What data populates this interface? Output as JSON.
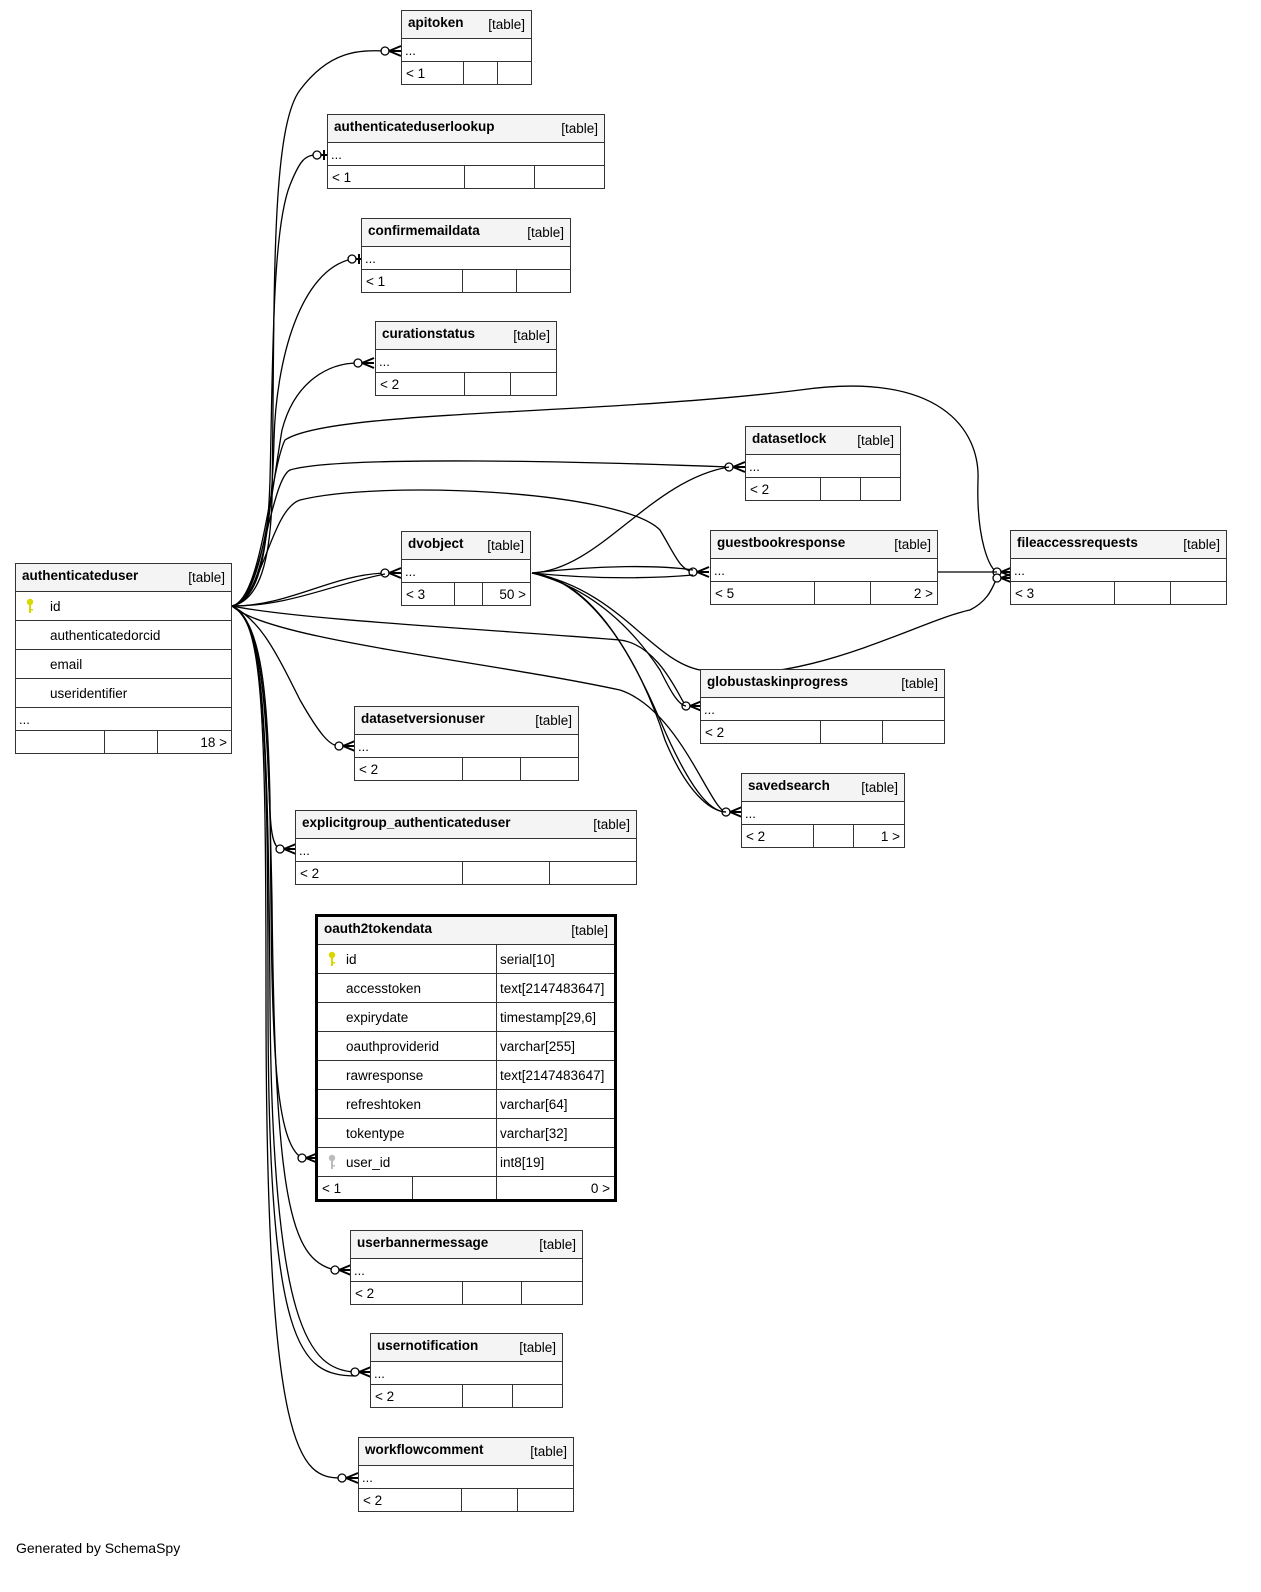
{
  "footer_text": "Generated by SchemaSpy",
  "kind_label": "[table]",
  "ellipsis": "...",
  "tables": {
    "authenticateduser": {
      "name": "authenticateduser",
      "columns": [
        {
          "name": "id",
          "key": "primary"
        },
        {
          "name": "authenticatedorcid"
        },
        {
          "name": "email"
        },
        {
          "name": "useridentifier"
        }
      ],
      "parents": "",
      "children": "18 >"
    },
    "apitoken": {
      "name": "apitoken",
      "parents": "< 1",
      "children": ""
    },
    "authenticateduserlookup": {
      "name": "authenticateduserlookup",
      "parents": "< 1",
      "children": ""
    },
    "confirmemaildata": {
      "name": "confirmemaildata",
      "parents": "< 1",
      "children": ""
    },
    "curationstatus": {
      "name": "curationstatus",
      "parents": "< 2",
      "children": ""
    },
    "datasetlock": {
      "name": "datasetlock",
      "parents": "< 2",
      "children": ""
    },
    "dvobject": {
      "name": "dvobject",
      "parents": "< 3",
      "children": "50 >"
    },
    "guestbookresponse": {
      "name": "guestbookresponse",
      "parents": "< 5",
      "children": "2 >"
    },
    "fileaccessrequests": {
      "name": "fileaccessrequests",
      "parents": "< 3",
      "children": ""
    },
    "globustaskinprogress": {
      "name": "globustaskinprogress",
      "parents": "< 2",
      "children": ""
    },
    "datasetversionuser": {
      "name": "datasetversionuser",
      "parents": "< 2",
      "children": ""
    },
    "savedsearch": {
      "name": "savedsearch",
      "parents": "< 2",
      "children": "1 >"
    },
    "explicitgroup_authenticateduser": {
      "name": "explicitgroup_authenticateduser",
      "parents": "< 2",
      "children": ""
    },
    "oauth2tokendata": {
      "name": "oauth2tokendata",
      "columns": [
        {
          "name": "id",
          "type": "serial[10]",
          "key": "primary"
        },
        {
          "name": "accesstoken",
          "type": "text[2147483647]"
        },
        {
          "name": "expirydate",
          "type": "timestamp[29,6]"
        },
        {
          "name": "oauthproviderid",
          "type": "varchar[255]"
        },
        {
          "name": "rawresponse",
          "type": "text[2147483647]"
        },
        {
          "name": "refreshtoken",
          "type": "varchar[64]"
        },
        {
          "name": "tokentype",
          "type": "varchar[32]"
        },
        {
          "name": "user_id",
          "type": "int8[19]",
          "key": "foreign"
        }
      ],
      "parents": "< 1",
      "children": "0 >"
    },
    "userbannermessage": {
      "name": "userbannermessage",
      "parents": "< 2",
      "children": ""
    },
    "usernotification": {
      "name": "usernotification",
      "parents": "< 2",
      "children": ""
    },
    "workflowcomment": {
      "name": "workflowcomment",
      "parents": "< 2",
      "children": ""
    }
  },
  "relationships": [
    {
      "from": "authenticateduser",
      "to": "apitoken",
      "cardinality": "zero-or-many"
    },
    {
      "from": "authenticateduser",
      "to": "authenticateduserlookup",
      "cardinality": "zero-or-one"
    },
    {
      "from": "authenticateduser",
      "to": "confirmemaildata",
      "cardinality": "zero-or-one"
    },
    {
      "from": "authenticateduser",
      "to": "curationstatus",
      "cardinality": "zero-or-many"
    },
    {
      "from": "authenticateduser",
      "to": "datasetlock",
      "cardinality": "zero-or-many"
    },
    {
      "from": "authenticateduser",
      "to": "dvobject",
      "cardinality": "zero-or-many"
    },
    {
      "from": "authenticateduser",
      "to": "dvobject",
      "cardinality": "zero-or-many"
    },
    {
      "from": "authenticateduser",
      "to": "guestbookresponse",
      "cardinality": "zero-or-many"
    },
    {
      "from": "authenticateduser",
      "to": "fileaccessrequests",
      "cardinality": "zero-or-many"
    },
    {
      "from": "authenticateduser",
      "to": "globustaskinprogress",
      "cardinality": "zero-or-many"
    },
    {
      "from": "authenticateduser",
      "to": "datasetversionuser",
      "cardinality": "zero-or-many"
    },
    {
      "from": "authenticateduser",
      "to": "savedsearch",
      "cardinality": "zero-or-many"
    },
    {
      "from": "authenticateduser",
      "to": "explicitgroup_authenticateduser",
      "cardinality": "zero-or-many"
    },
    {
      "from": "authenticateduser",
      "to": "oauth2tokendata",
      "cardinality": "zero-or-many"
    },
    {
      "from": "authenticateduser",
      "to": "userbannermessage",
      "cardinality": "zero-or-many"
    },
    {
      "from": "authenticateduser",
      "to": "usernotification",
      "cardinality": "zero-or-many"
    },
    {
      "from": "authenticateduser",
      "to": "usernotification",
      "cardinality": "zero-or-many"
    },
    {
      "from": "authenticateduser",
      "to": "workflowcomment",
      "cardinality": "zero-or-many"
    },
    {
      "from": "dvobject",
      "to": "datasetlock",
      "cardinality": "zero-or-many"
    },
    {
      "from": "dvobject",
      "to": "guestbookresponse",
      "cardinality": "zero-or-many"
    },
    {
      "from": "dvobject",
      "to": "guestbookresponse",
      "cardinality": "zero-or-many"
    },
    {
      "from": "dvobject",
      "to": "fileaccessrequests",
      "cardinality": "zero-or-many"
    },
    {
      "from": "dvobject",
      "to": "globustaskinprogress",
      "cardinality": "zero-or-many"
    },
    {
      "from": "dvobject",
      "to": "savedsearch",
      "cardinality": "zero-or-many"
    },
    {
      "from": "guestbookresponse",
      "to": "fileaccessrequests",
      "cardinality": "zero-or-many"
    }
  ],
  "colors": {
    "primary_key": "#d8d800",
    "foreign_key": "#bbbbbb",
    "header_bg": "#f4f4f4",
    "border": "#333333"
  }
}
